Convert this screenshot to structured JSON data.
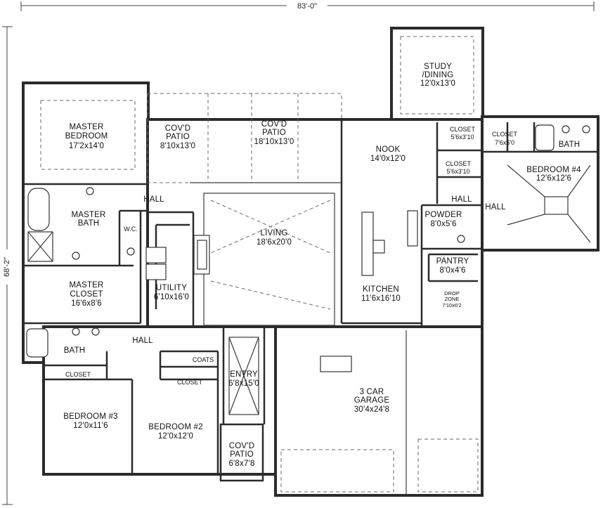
{
  "dimensions": {
    "width": "83'-0\"",
    "depth": "68'-2\""
  },
  "rooms": {
    "master_bedroom": {
      "name_line1": "MASTER",
      "name_line2": "BEDROOM",
      "size": "17'2x14'0"
    },
    "covd_patio_left": {
      "name_line1": "COV'D",
      "name_line2": "PATIO",
      "size": "8'10x13'0"
    },
    "covd_patio_right": {
      "name_line1": "COV'D",
      "name_line2": "PATIO",
      "size": "18'10x13'0"
    },
    "study_dining": {
      "name_line1": "STUDY",
      "name_line2": "/DINING",
      "size": "12'0x13'0"
    },
    "closet_top_a": {
      "name": "CLOSET",
      "size": "5'6x3'10"
    },
    "closet_top_b": {
      "name": "CLOSET",
      "size": "7'6x5'0"
    },
    "bath_right": {
      "name": "BATH"
    },
    "nook": {
      "name": "NOOK",
      "size": "14'0x12'0"
    },
    "bedroom_4": {
      "name": "BEDROOM #4",
      "size": "12'6x12'6"
    },
    "closet_mid": {
      "name": "CLOSET",
      "size": "5'6x3'10"
    },
    "hall_right_a": {
      "name": "HALL"
    },
    "hall_right_b": {
      "name": "HALL"
    },
    "hall_left": {
      "name": "HALL"
    },
    "master_bath": {
      "name_line1": "MASTER",
      "name_line2": "BATH"
    },
    "wc": {
      "name": "W.C."
    },
    "living": {
      "name": "LIVING",
      "size": "18'6x20'0"
    },
    "powder": {
      "name": "POWDER",
      "size": "8'0x5'6"
    },
    "pantry": {
      "name": "PANTRY",
      "size": "8'0x4'6"
    },
    "master_closet": {
      "name_line1": "MASTER",
      "name_line2": "CLOSET",
      "size": "16'6x8'6"
    },
    "utility": {
      "name": "UTILITY",
      "size": "6'10x16'0"
    },
    "kitchen": {
      "name": "KITCHEN",
      "size": "11'6x16'10"
    },
    "drop_zone": {
      "name_line1": "DROP",
      "name_line2": "ZONE",
      "size": "7'10x6'2"
    },
    "bath_left": {
      "name": "BATH"
    },
    "hall_bottom": {
      "name": "HALL"
    },
    "coats": {
      "name": "COATS"
    },
    "closet_bed3": {
      "name": "CLOSET"
    },
    "closet_bed2": {
      "name": "CLOSET"
    },
    "entry": {
      "name": "ENTRY",
      "size": "6'8x15'0"
    },
    "garage": {
      "name_line1": "3 CAR",
      "name_line2": "GARAGE",
      "size": "30'4x24'8"
    },
    "bedroom_3": {
      "name": "BEDROOM #3",
      "size": "12'0x11'6"
    },
    "bedroom_2": {
      "name": "BEDROOM #2",
      "size": "12'0x12'0"
    },
    "covd_patio_front": {
      "name_line1": "COV'D",
      "name_line2": "PATIO",
      "size": "6'8x7'8"
    }
  }
}
